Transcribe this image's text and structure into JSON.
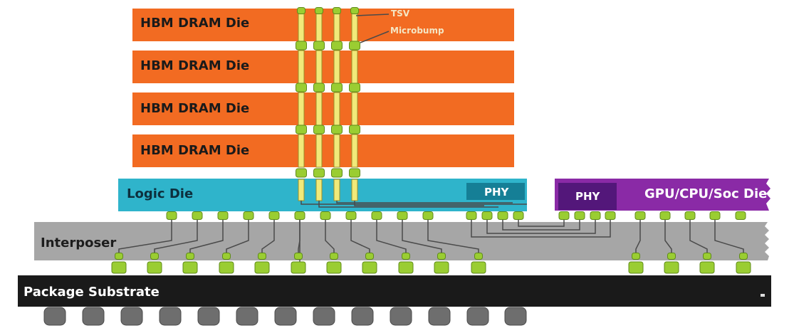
{
  "hbm_dies": [
    {
      "label": "HBM DRAM Die"
    },
    {
      "label": "HBM DRAM Die"
    },
    {
      "label": "HBM DRAM Die"
    },
    {
      "label": "HBM DRAM Die"
    }
  ],
  "logic_die": {
    "label": "Logic Die",
    "phy_label": "PHY"
  },
  "gpu_die": {
    "label": "GPU/CPU/Soc Die",
    "phy_label": "PHY"
  },
  "interposer": {
    "label": "Interposer"
  },
  "package_substrate": {
    "label": "Package Substrate"
  },
  "callouts": {
    "tsv": "TSV",
    "microbump": "Microbump"
  },
  "colors": {
    "hbm_die": "#f26b22",
    "logic_die": "#2fb4cb",
    "logic_phy": "#157f96",
    "gpu_die": "#8a2aa6",
    "gpu_phy": "#53177a",
    "interposer": "#a6a6a6",
    "substrate": "#1a1a1a",
    "bump": "#9acd32",
    "ball": "#6e6e6e"
  }
}
